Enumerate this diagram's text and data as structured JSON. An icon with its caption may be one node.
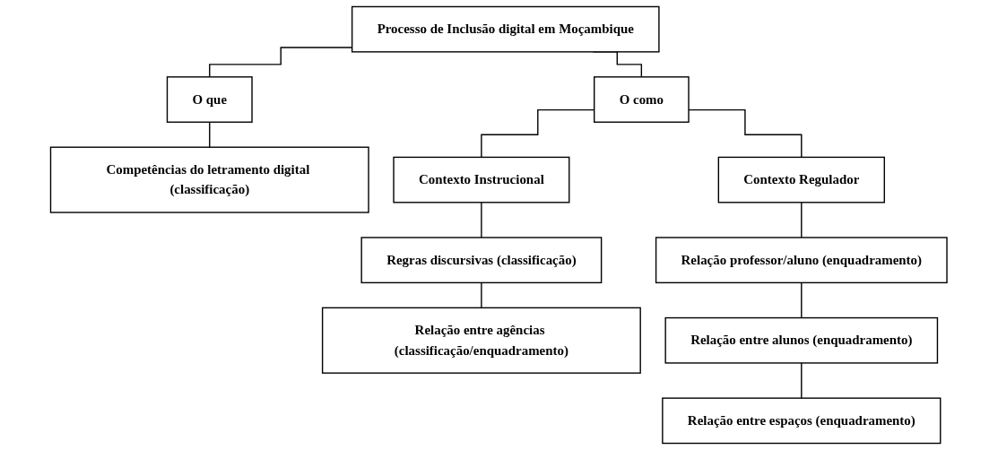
{
  "diagram": {
    "nodes": [
      {
        "text": [
          "Processo de Inclusão digital em Moçambique"
        ]
      },
      {
        "text": [
          "O que"
        ]
      },
      {
        "text": [
          "O como"
        ]
      },
      {
        "text": [
          "Competências do letramento digital (classificação)"
        ]
      },
      {
        "text": [
          "Contexto Instrucional"
        ]
      },
      {
        "text": [
          "Contexto Regulador"
        ]
      },
      {
        "text": [
          "Regras discursivas (classificação)"
        ]
      },
      {
        "text": [
          "Relação entre agências (classificação/enquadramento)"
        ]
      },
      {
        "text": [
          "Relação professor/aluno (enquadramento)"
        ]
      },
      {
        "text": [
          "Relação entre alunos (enquadramento)"
        ]
      },
      {
        "text": [
          "Relação entre espaços (enquadramento)"
        ]
      }
    ],
    "edges": [
      {
        "from": 0,
        "to": 1,
        "arrow": "none"
      },
      {
        "from": 0,
        "to": 2,
        "arrow": "none"
      },
      {
        "from": 1,
        "to": 3,
        "arrow": "none"
      },
      {
        "from": 2,
        "to": 4,
        "arrow": "none"
      },
      {
        "from": 2,
        "to": 5,
        "arrow": "none"
      },
      {
        "from": 4,
        "to": 6,
        "arrow": "none"
      },
      {
        "from": 6,
        "to": 7,
        "arrow": "none"
      },
      {
        "from": 5,
        "to": 8,
        "arrow": "none"
      },
      {
        "from": 8,
        "to": 9,
        "arrow": "none"
      },
      {
        "from": 9,
        "to": 10,
        "arrow": "none"
      }
    ]
  }
}
